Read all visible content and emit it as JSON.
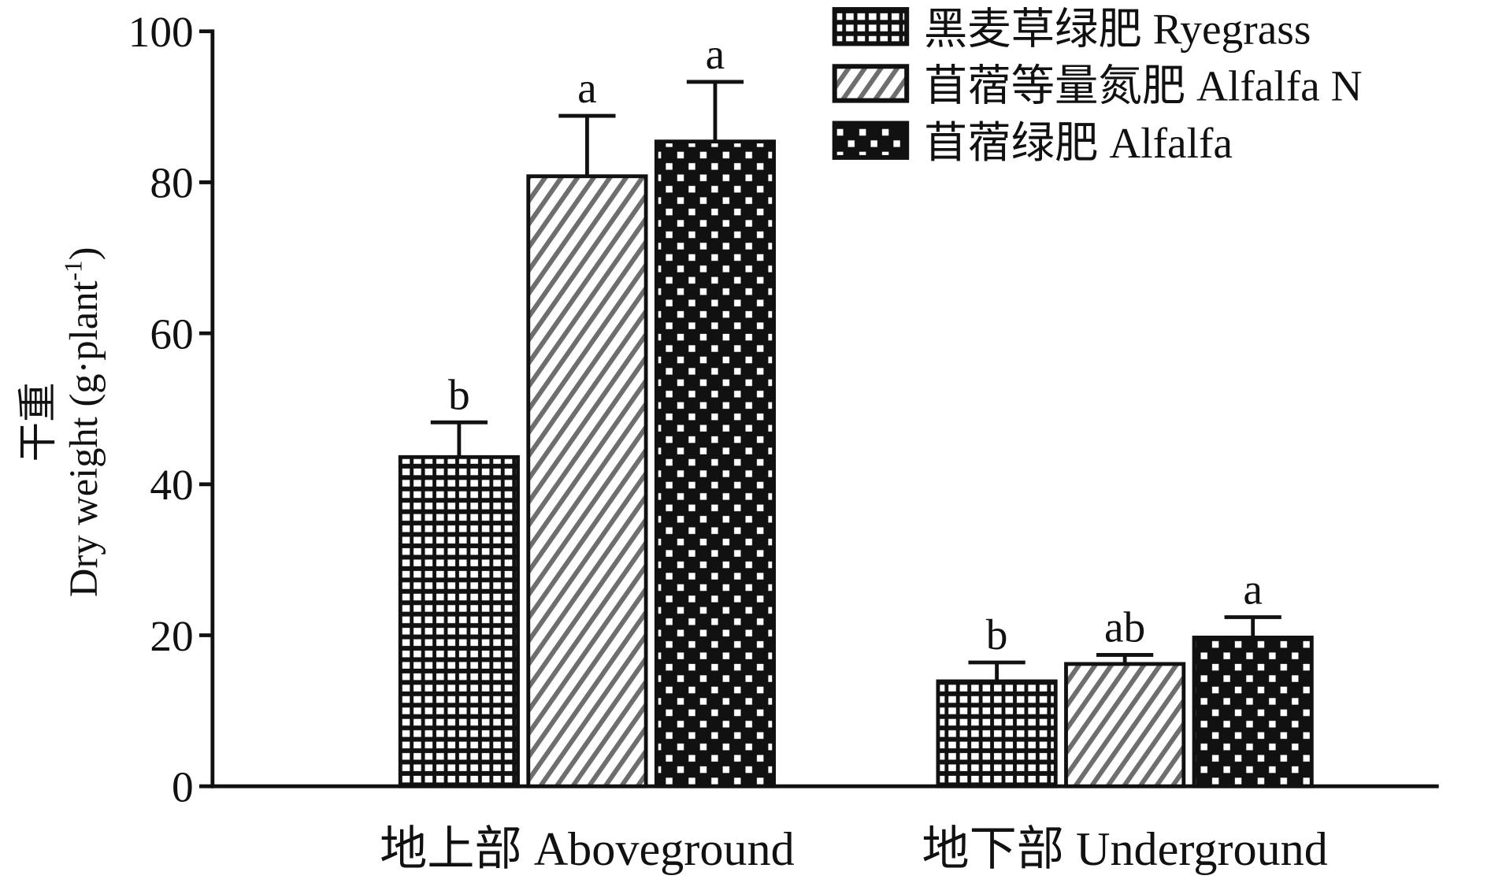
{
  "chart_data": {
    "type": "bar",
    "title": "",
    "xlabel": "",
    "ylabel_cn": "干重",
    "ylabel": "Dry weight (g·plant",
    "ylabel_sup": "-1",
    "ylabel_close": ")",
    "ylim": [
      0,
      100
    ],
    "yticks": [
      "0",
      "20",
      "40",
      "60",
      "80",
      "100"
    ],
    "categories": [
      "地上部 Aboveground",
      "地下部 Underground"
    ],
    "series": [
      {
        "name": "黑麦草绿肥 Ryegrass",
        "pattern": "fine-dots",
        "values": [
          43.6,
          13.9
        ],
        "errors": [
          4.6,
          2.5
        ],
        "letters": [
          "b",
          "b"
        ]
      },
      {
        "name": "苜蓿等量氮肥 Alfalfa N",
        "pattern": "hatch",
        "values": [
          80.8,
          16.2
        ],
        "errors": [
          8.0,
          1.2
        ],
        "letters": [
          "a",
          "ab"
        ]
      },
      {
        "name": "苜蓿绿肥 Alfalfa",
        "pattern": "coarse-dots",
        "values": [
          85.4,
          19.7
        ],
        "errors": [
          7.9,
          2.7
        ],
        "letters": [
          "a",
          "a"
        ]
      }
    ],
    "legend_position": "top-right",
    "grid": false,
    "colors": {
      "ink": "#111111",
      "hatch": "#6e6e6e"
    }
  }
}
